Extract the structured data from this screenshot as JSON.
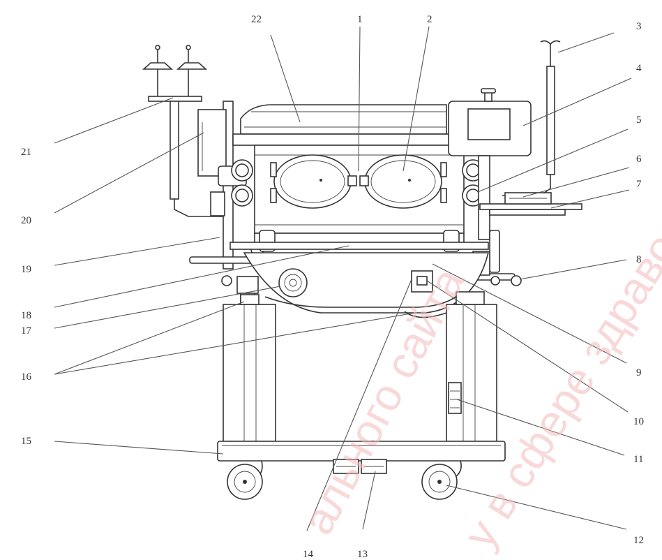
{
  "callouts": [
    {
      "id": "1",
      "text": "1"
    },
    {
      "id": "2",
      "text": "2"
    },
    {
      "id": "3",
      "text": "3"
    },
    {
      "id": "4",
      "text": "4"
    },
    {
      "id": "5",
      "text": "5"
    },
    {
      "id": "6",
      "text": "6"
    },
    {
      "id": "7",
      "text": "7"
    },
    {
      "id": "8",
      "text": "8"
    },
    {
      "id": "9",
      "text": "9"
    },
    {
      "id": "10",
      "text": "10"
    },
    {
      "id": "11",
      "text": "11"
    },
    {
      "id": "12",
      "text": "12"
    },
    {
      "id": "13",
      "text": "13"
    },
    {
      "id": "14",
      "text": "14"
    },
    {
      "id": "15",
      "text": "15"
    },
    {
      "id": "16",
      "text": "16"
    },
    {
      "id": "17",
      "text": "17"
    },
    {
      "id": "18",
      "text": "18"
    },
    {
      "id": "19",
      "text": "19"
    },
    {
      "id": "20",
      "text": "20"
    },
    {
      "id": "21",
      "text": "21"
    },
    {
      "id": "22",
      "text": "22"
    }
  ],
  "watermark": {
    "lines": [
      "ального сайта",
      "у в сфере здраво"
    ],
    "color": "#f3b9b9"
  }
}
